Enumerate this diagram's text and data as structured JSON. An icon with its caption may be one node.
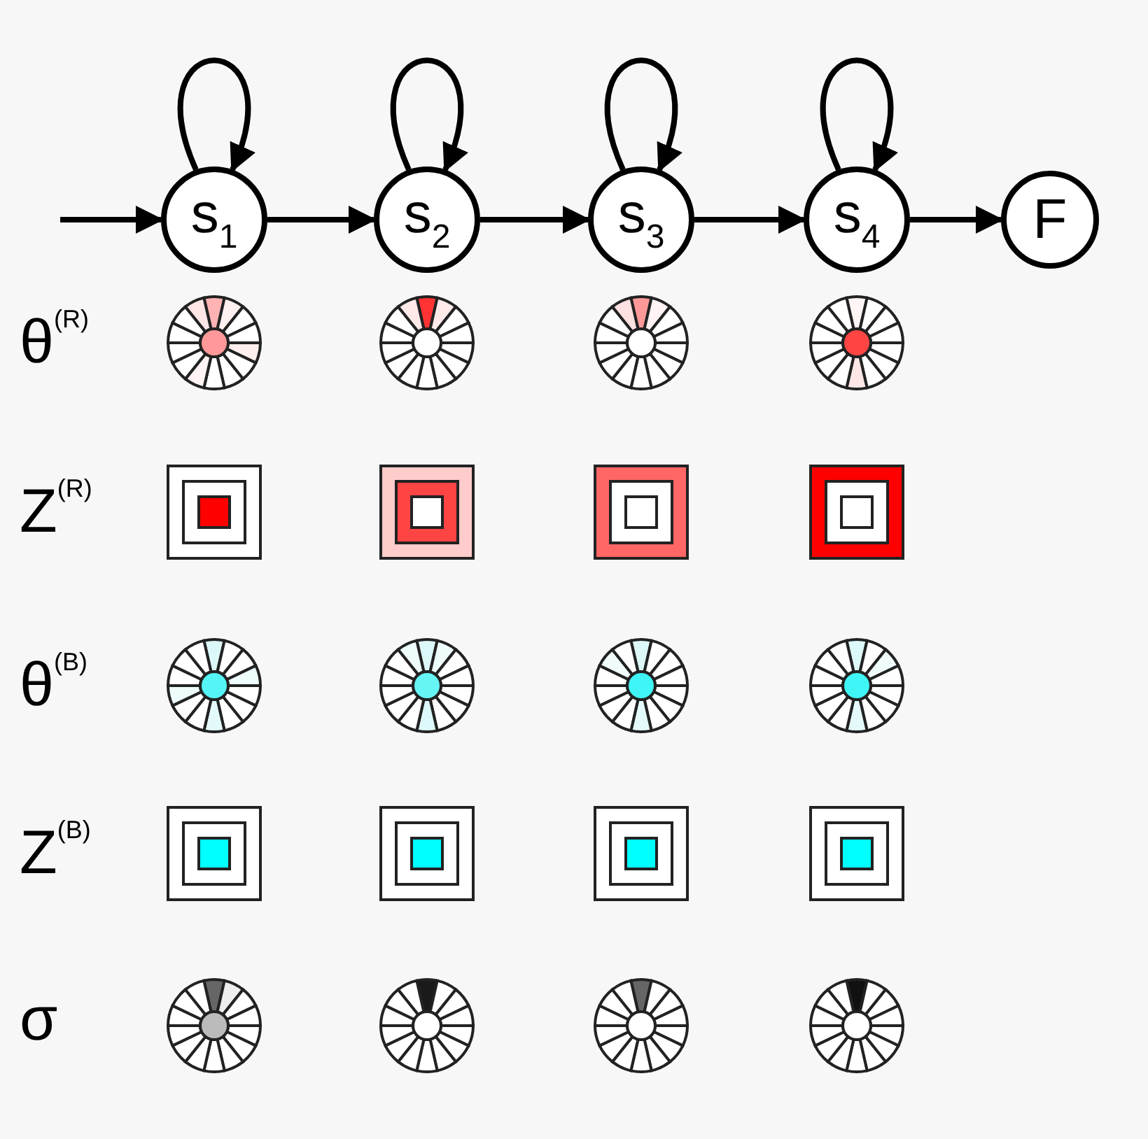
{
  "diagram": {
    "nodes": [
      {
        "text": [
          "s$_{1}$"
        ]
      },
      {
        "text": [
          "s$_{2}$"
        ]
      },
      {
        "text": [
          "s$_{3}$"
        ]
      },
      {
        "text": [
          "s$_{4}$"
        ]
      },
      {
        "text": [
          "F"
        ]
      }
    ],
    "edges": [
      {
        "from": null,
        "to": 0,
        "arrow": "to"
      },
      {
        "from": 0,
        "to": 0,
        "arrow": "to"
      },
      {
        "from": 0,
        "to": 1,
        "arrow": "to"
      },
      {
        "from": 1,
        "to": 1,
        "arrow": "to"
      },
      {
        "from": 1,
        "to": 2,
        "arrow": "to"
      },
      {
        "from": 2,
        "to": 2,
        "arrow": "to"
      },
      {
        "from": 2,
        "to": 3,
        "arrow": "to"
      },
      {
        "from": 3,
        "to": 3,
        "arrow": "to"
      },
      {
        "from": 3,
        "to": 4,
        "arrow": "to"
      }
    ],
    "labels": [
      "θ$^{(R)}$",
      "Z$^{(R)}$",
      "θ$^{(B)}$",
      "Z$^{(B)}$",
      "σ"
    ]
  }
}
